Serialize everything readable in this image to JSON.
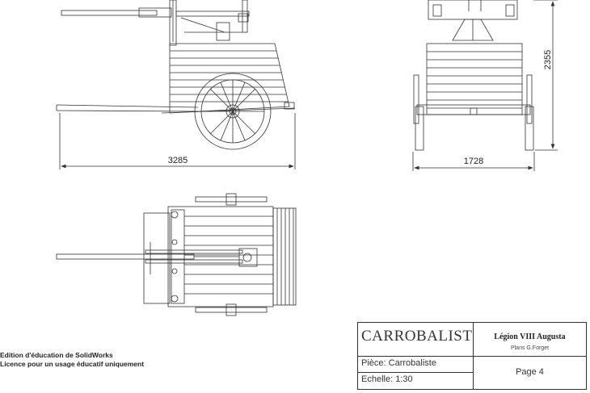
{
  "dimensions": {
    "side_length": "3285",
    "front_width": "1728",
    "front_height": "2355"
  },
  "watermark": {
    "line1": "Edition d'éducation de SolidWorks",
    "line2": "Licence pour un usage éducatif uniquement"
  },
  "title_block": {
    "title": "CARROBALISTE",
    "organization": "Légion VIII Augusta",
    "plans": "Plans G.Forget",
    "piece": "Pièce: Carrobaliste",
    "scale": "Echelle: 1:30",
    "page": "Page 4"
  }
}
